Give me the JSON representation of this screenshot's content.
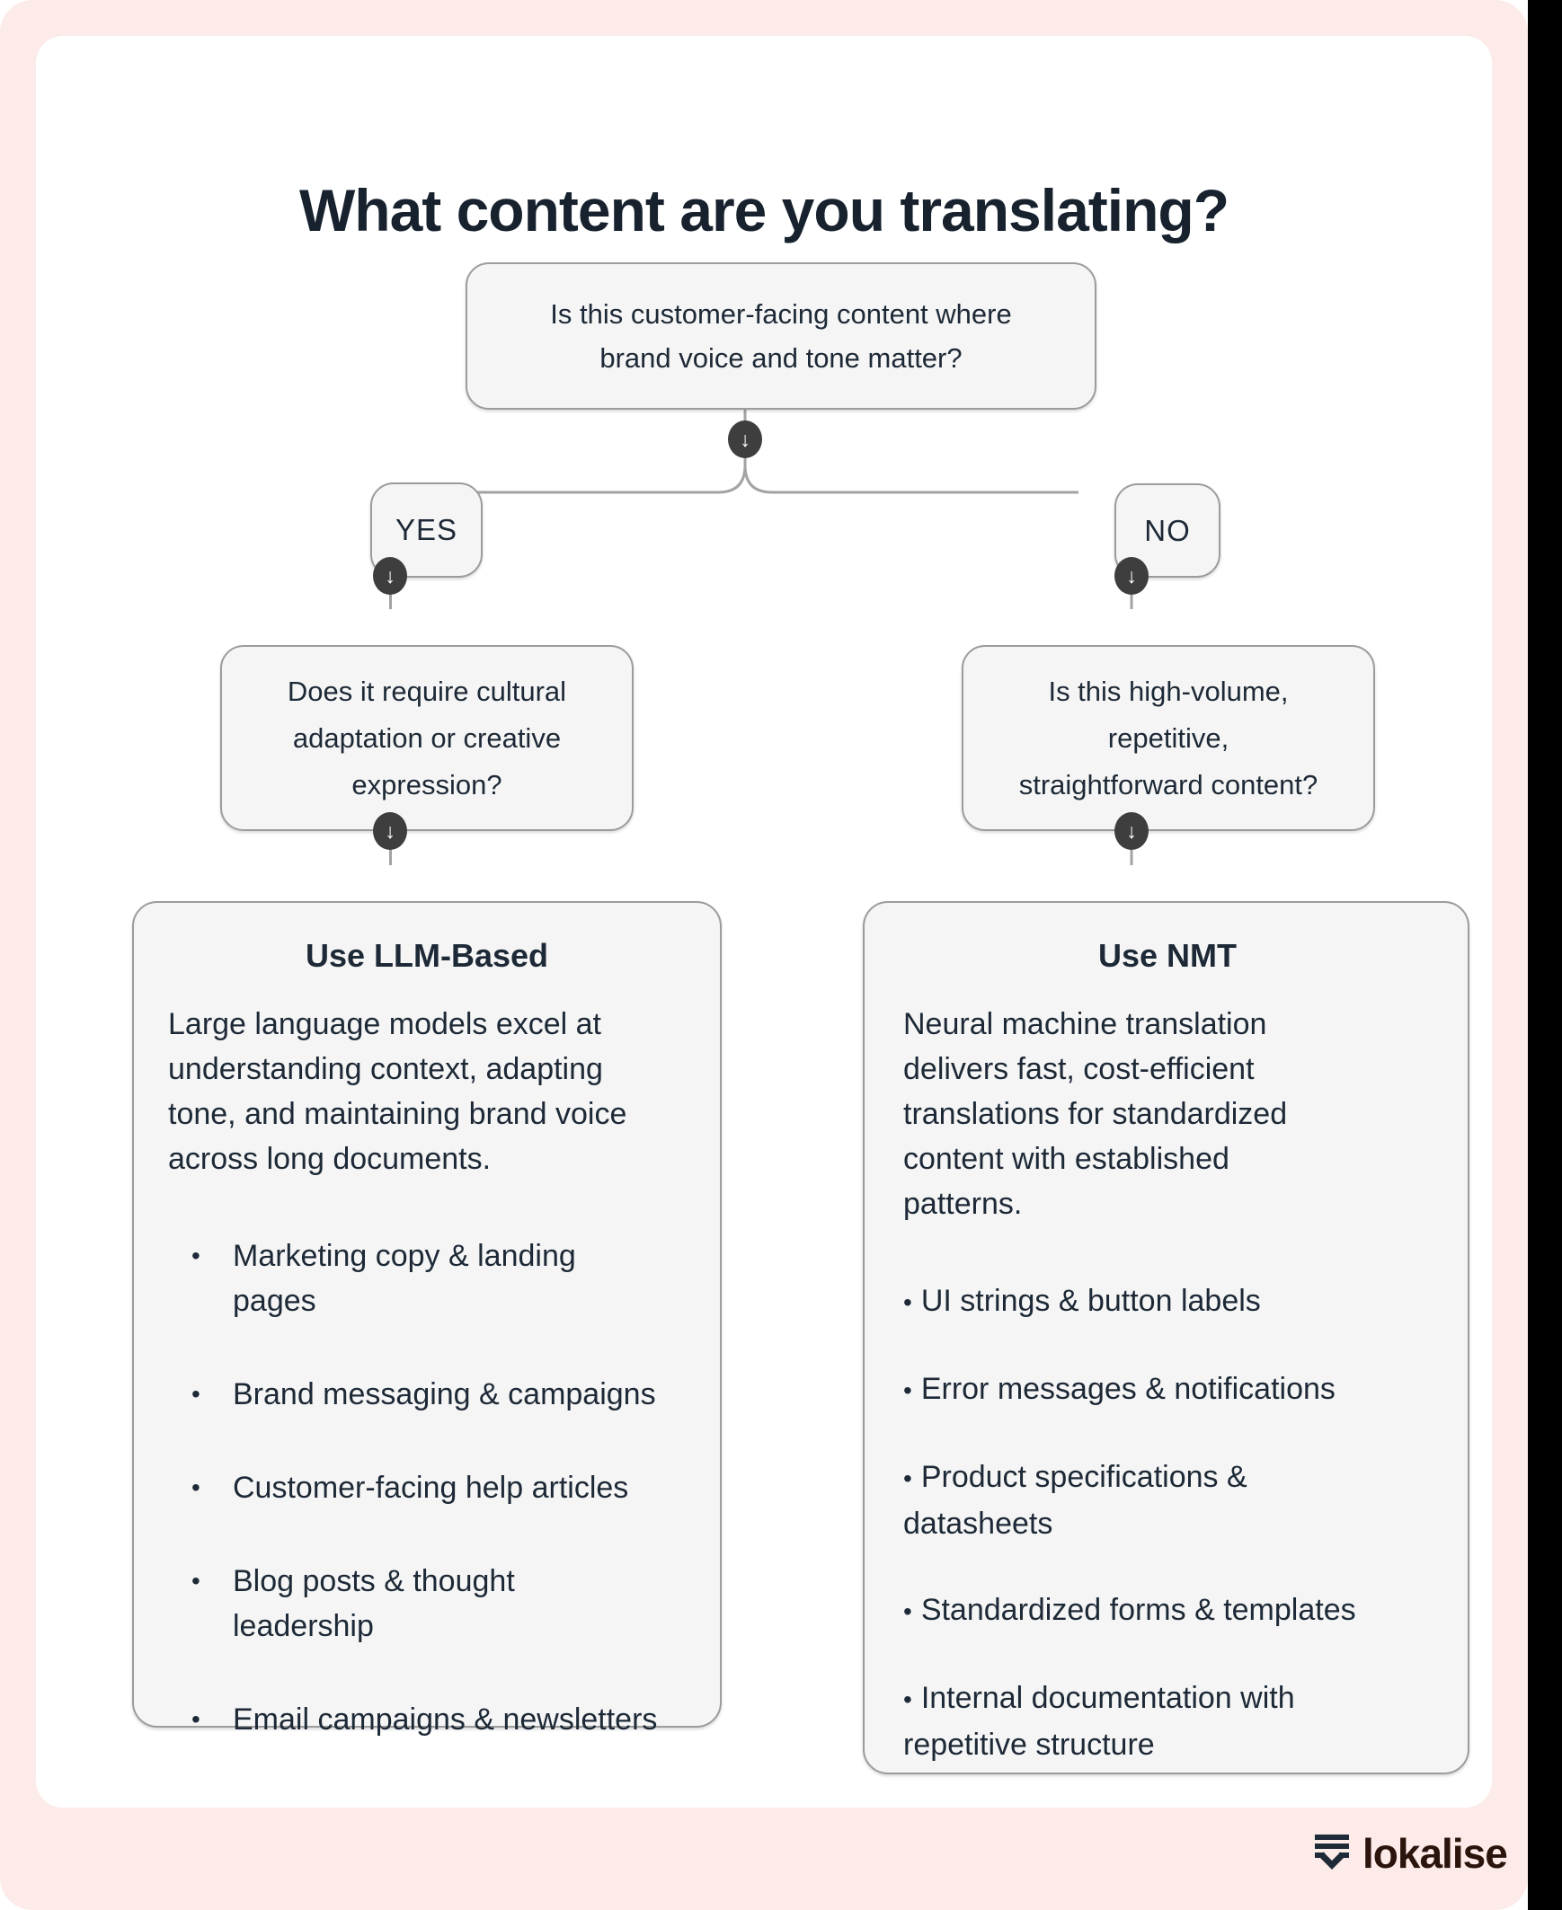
{
  "page": {
    "title": "What content are you translating?"
  },
  "flow": {
    "root_question": "Is this customer-facing content where\nbrand voice and tone matter?",
    "yes_label": "YES",
    "no_label": "NO",
    "left_question": "Does it require cultural\nadaptation or creative\nexpression?",
    "right_question": "Is this high-volume,\nrepetitive,\nstraightforward content?",
    "arrow_char": "↓",
    "bullet_char": "•"
  },
  "left_result": {
    "title": "Use LLM-Based",
    "description": "Large language models excel at\nunderstanding context, adapting\ntone, and maintaining brand voice\nacross long documents.",
    "items": [
      "Marketing copy & landing\npages",
      "Brand messaging & campaigns",
      "Customer-facing help articles",
      "Blog posts & thought\nleadership",
      "Email campaigns & newsletters"
    ]
  },
  "right_result": {
    "title": "Use NMT",
    "description": "Neural machine translation\ndelivers fast, cost-efficient\ntranslations for standardized\ncontent with established\npatterns.",
    "items": [
      "UI strings & button labels",
      "Error messages & notifications",
      "Product specifications &\ndatasheets",
      "Standardized forms & templates",
      "Internal documentation with\nrepetitive structure"
    ]
  },
  "branding": {
    "logo_text": "lokalise"
  },
  "colors": {
    "background_pink": "#fcebe8",
    "card_white": "#ffffff",
    "box_fill": "#f5f5f5",
    "box_border": "#9c9c9c",
    "text_dark": "#1d2936",
    "connector_gray": "#a3a3a3",
    "arrow_circle": "#3e3e3e",
    "logo_navy": "#1e2a38",
    "logo_brown": "#2a140c",
    "edge_black": "#000000"
  }
}
